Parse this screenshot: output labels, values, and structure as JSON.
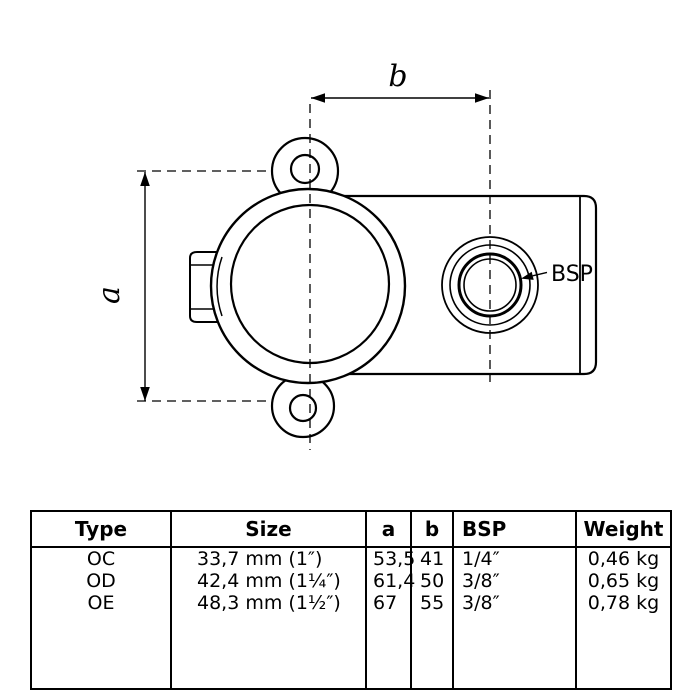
{
  "drawing": {
    "labels": {
      "dim_a": "a",
      "dim_b": "b",
      "bsp": "BSP"
    }
  },
  "table": {
    "headers": {
      "type": "Type",
      "size": "Size",
      "a": "a",
      "b": "b",
      "bsp": "BSP",
      "weight": "Weight"
    },
    "rows": [
      {
        "type": "OC",
        "size": "33,7 mm (1″)",
        "a": "53,5",
        "b": "41",
        "bsp": "1/4″",
        "weight": "0,46 kg"
      },
      {
        "type": "OD",
        "size": "42,4 mm (1¼″)",
        "a": "61,4",
        "b": "50",
        "bsp": "3/8″",
        "weight": "0,65 kg"
      },
      {
        "type": "OE",
        "size": "48,3 mm (1½″)",
        "a": "67",
        "b": "55",
        "bsp": "3/8″",
        "weight": "0,78 kg"
      }
    ]
  },
  "colors": {
    "line": "#000000",
    "background": "#ffffff"
  }
}
